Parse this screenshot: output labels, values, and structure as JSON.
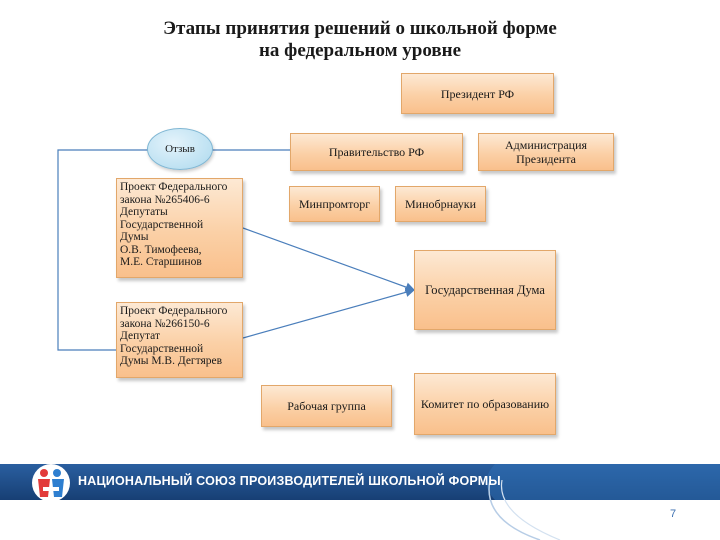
{
  "title": {
    "line1": "Этапы принятия решений о школьной форме",
    "line2": "на федеральном уровне"
  },
  "nodes": {
    "president": "Президент РФ",
    "government": "Правительство РФ",
    "administration": "Администрация Президента",
    "feedback": "Отзыв",
    "minpromtorg": "Минпромторг",
    "minobrnauki": "Минобрнауки",
    "bill1": {
      "l1": "Проект Федерального",
      "l2": "закона №265406-6",
      "l3": "Депутаты",
      "l4": "Государственной",
      "l5": "Думы",
      "l6": "О.В. Тимофеева,",
      "l7": "М.Е. Старшинов"
    },
    "bill2": {
      "l1": "Проект Федерального",
      "l2": "закона №266150-6",
      "l3": "Депутат",
      "l4": "Государственной",
      "l5": "Думы М.В. Дегтярев"
    },
    "duma": "Государственная Дума",
    "working_group": "Рабочая группа",
    "committee": "Комитет по образованию"
  },
  "footer": {
    "org_name": "НАЦИОНАЛЬНЫЙ СОЮЗ ПРОИЗВОДИТЕЛЕЙ ШКОЛЬНОЙ ФОРМЫ",
    "page_number": "7"
  },
  "colors": {
    "box_fill": "#fbd0a6",
    "box_border": "#e2a76a",
    "ellipse_fill": "#bde1f2",
    "connector": "#4a7ebb",
    "footer_band": "#1f4e8c"
  }
}
